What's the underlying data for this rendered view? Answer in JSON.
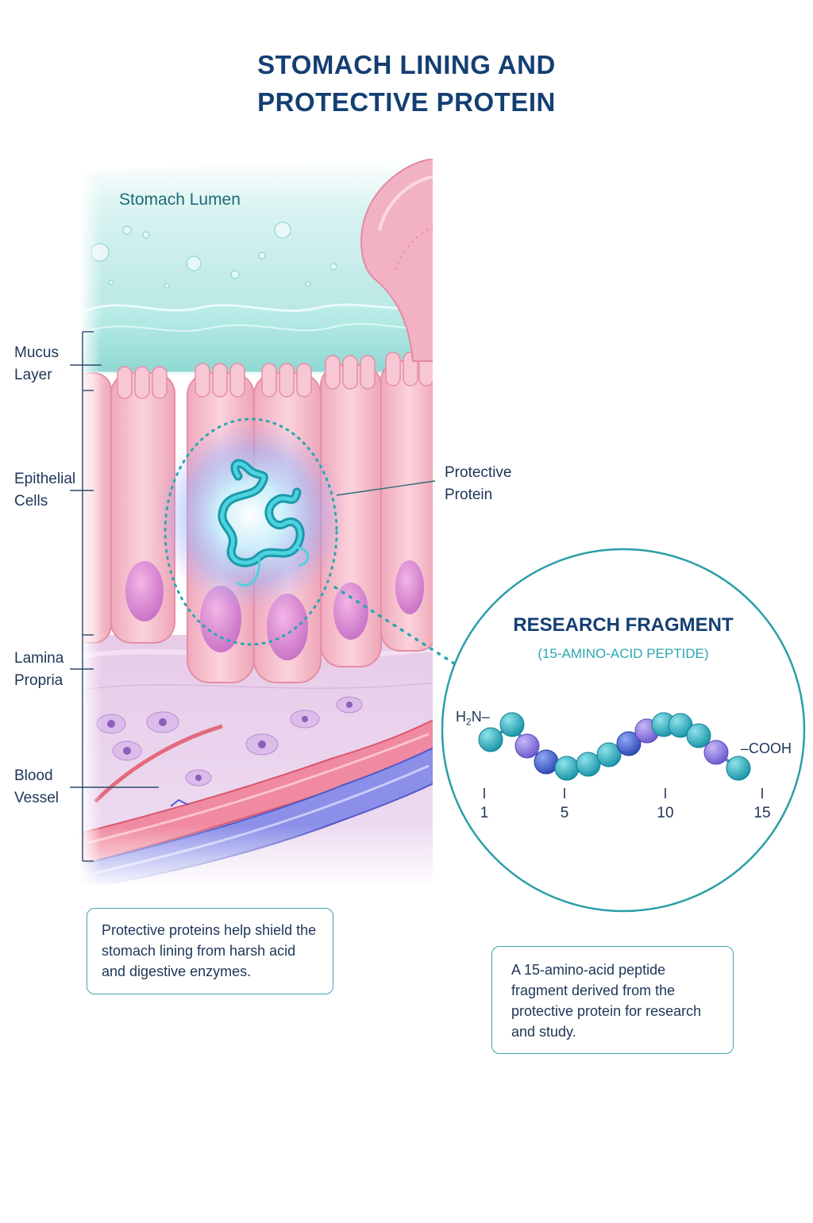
{
  "title_lines": [
    "STOMACH LINING AND",
    "PROTECTIVE PROTEIN"
  ],
  "labels": {
    "lumen": "Stomach Lumen",
    "mucus": [
      "Mucus",
      "Layer"
    ],
    "epithelial": [
      "Epithelial",
      "Cells"
    ],
    "lamina": [
      "Lamina",
      "Propria"
    ],
    "blood": [
      "Blood",
      "Vessel"
    ],
    "protein": [
      "Protective",
      "Protein"
    ]
  },
  "fragment": {
    "title": "RESEARCH FRAGMENT",
    "subtitle": "(15-AMINO-ACID PEPTIDE)",
    "n_terminus": "H",
    "n_terminus_sub": "2",
    "n_terminus_end": "N–",
    "c_terminus": "–COOH",
    "ticks": [
      "1",
      "5",
      "10",
      "15"
    ],
    "residue_count": 15
  },
  "notes": {
    "left": "Protective proteins help shield the stomach lining from harsh acid and digestive enzymes.",
    "right": "A 15-amino-acid peptide fragment derived from the protective protein for research and study."
  },
  "colors": {
    "title": "#143f73",
    "accent": "#2aa7b0",
    "lumen": "#bfe9e6",
    "epithelium": "#f3b9c7",
    "lamina": "#d9c3e8",
    "artery": "#e57a8e",
    "vein": "#7b7fe0",
    "residue_teal": "#2fb2c2",
    "residue_blue": "#3f63d1",
    "residue_violet": "#8a78e0"
  }
}
